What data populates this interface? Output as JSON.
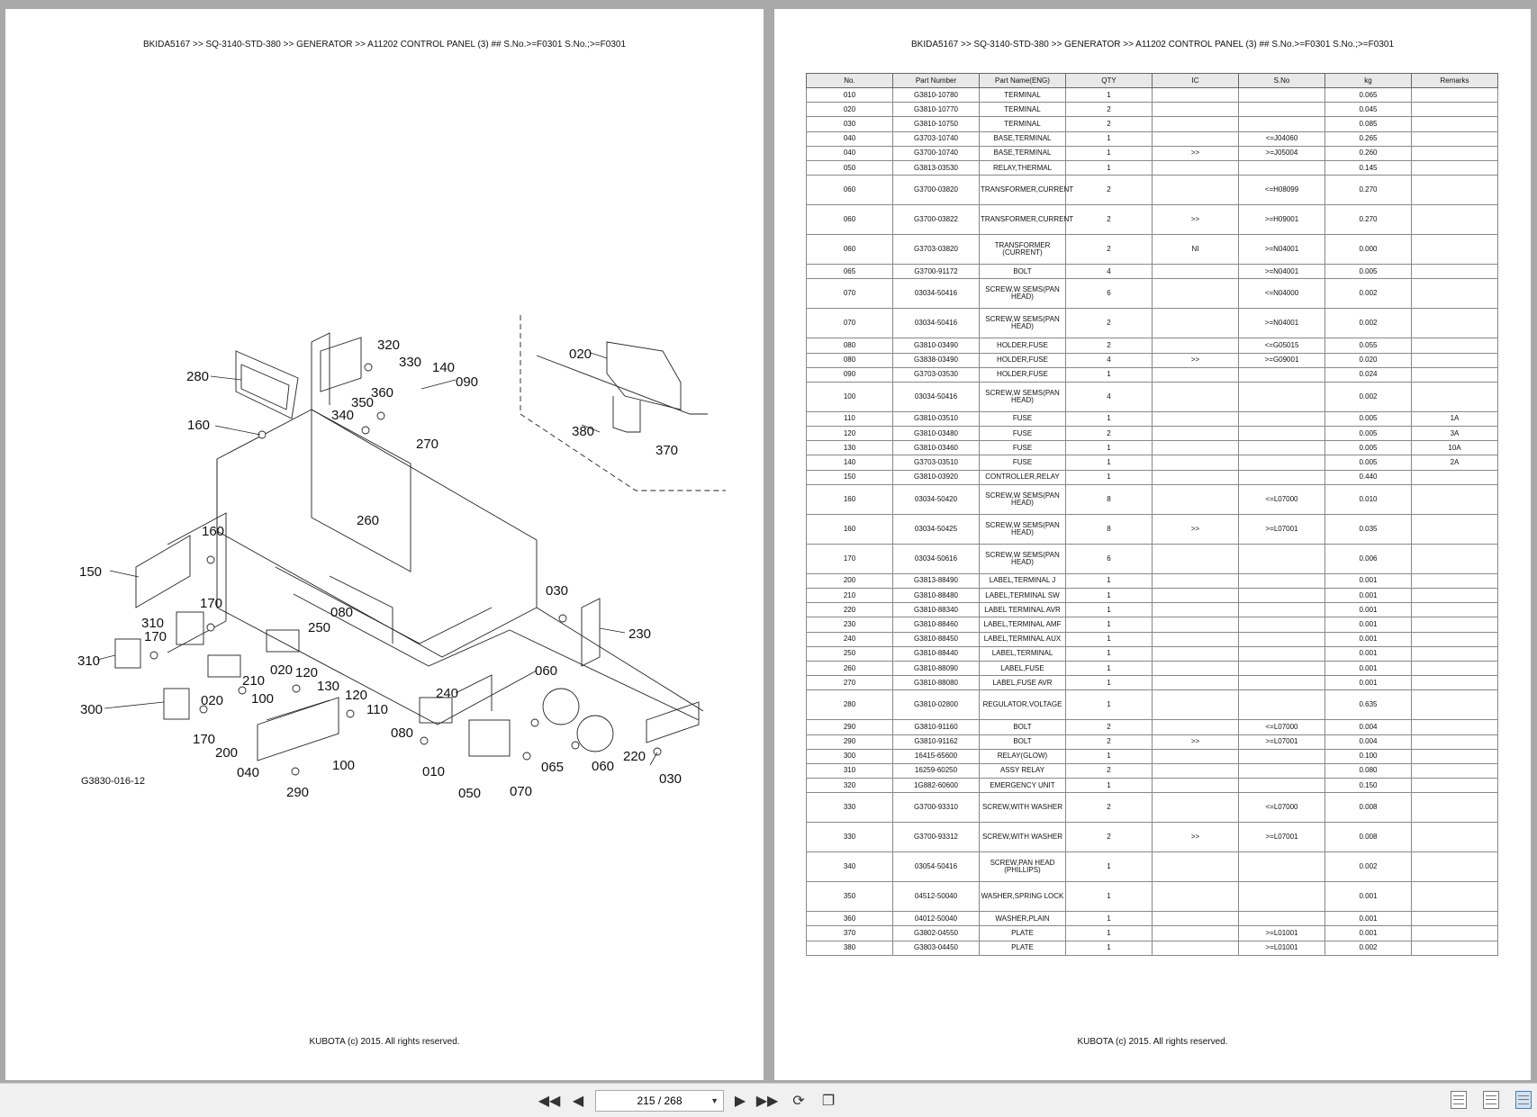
{
  "header_text": "BKIDA5167 >> SQ-3140-STD-380 >> GENERATOR >> A11202   CONTROL PANEL (3) ## S.No.>=F0301 S.No.;>=F0301",
  "footer_text": "KUBOTA (c) 2015. All rights reserved.",
  "figure_id": "G3830-016-12",
  "callouts": [
    "320",
    "330",
    "140",
    "090",
    "280",
    "360",
    "350",
    "340",
    "160",
    "270",
    "020",
    "380",
    "370",
    "260",
    "160",
    "150",
    "030",
    "230",
    "170",
    "310",
    "170",
    "080",
    "250",
    "020",
    "120",
    "130",
    "060",
    "310",
    "210",
    "120",
    "240",
    "300",
    "020",
    "100",
    "110",
    "080",
    "170",
    "200",
    "040",
    "100",
    "065",
    "060",
    "220",
    "290",
    "010",
    "050",
    "070",
    "030"
  ],
  "table": {
    "columns": [
      "No.",
      "Part Number",
      "Part Name(ENG)",
      "QTY",
      "IC",
      "S.No",
      "kg",
      "Remarks"
    ],
    "rows": [
      [
        "010",
        "G3810-10780",
        "TERMINAL",
        "1",
        "",
        "",
        "0.065",
        ""
      ],
      [
        "020",
        "G3810-10770",
        "TERMINAL",
        "2",
        "",
        "",
        "0.045",
        ""
      ],
      [
        "030",
        "G3810-10750",
        "TERMINAL",
        "2",
        "",
        "",
        "0.085",
        ""
      ],
      [
        "040",
        "G3703-10740",
        "BASE,TERMINAL",
        "1",
        "",
        "<=J04060",
        "0.265",
        ""
      ],
      [
        "040",
        "G3700-10740",
        "BASE,TERMINAL",
        "1",
        ">>",
        ">=J05004",
        "0.260",
        ""
      ],
      [
        "050",
        "G3813-03530",
        "RELAY,THERMAL",
        "1",
        "",
        "",
        "0.145",
        ""
      ],
      [
        "060",
        "G3700-03820",
        "TRANSFORMER,CURRENT",
        "2",
        "",
        "<=H08099",
        "0.270",
        ""
      ],
      [
        "060",
        "G3700-03822",
        "TRANSFORMER,CURRENT",
        "2",
        ">>",
        ">=H09001",
        "0.270",
        ""
      ],
      [
        "060",
        "G3703-03820",
        "TRANSFORMER (CURRENT)",
        "2",
        "NI",
        ">=N04001",
        "0.000",
        ""
      ],
      [
        "065",
        "G3700-91172",
        "BOLT",
        "4",
        "",
        ">=N04001",
        "0.005",
        ""
      ],
      [
        "070",
        "03034-50416",
        "SCREW,W SEMS(PAN HEAD)",
        "6",
        "",
        "<=N04000",
        "0.002",
        ""
      ],
      [
        "070",
        "03034-50416",
        "SCREW,W SEMS(PAN HEAD)",
        "2",
        "",
        ">=N04001",
        "0.002",
        ""
      ],
      [
        "080",
        "G3810-03490",
        "HOLDER,FUSE",
        "2",
        "",
        "<=G05015",
        "0.055",
        ""
      ],
      [
        "080",
        "G3838-03490",
        "HOLDER,FUSE",
        "4",
        ">>",
        ">=G09001",
        "0.020",
        ""
      ],
      [
        "090",
        "G3703-03530",
        "HOLDER,FUSE",
        "1",
        "",
        "",
        "0.024",
        ""
      ],
      [
        "100",
        "03034-50416",
        "SCREW,W SEMS(PAN HEAD)",
        "4",
        "",
        "",
        "0.002",
        ""
      ],
      [
        "110",
        "G3810-03510",
        "FUSE",
        "1",
        "",
        "",
        "0.005",
        "1A"
      ],
      [
        "120",
        "G3810-03480",
        "FUSE",
        "2",
        "",
        "",
        "0.005",
        "3A"
      ],
      [
        "130",
        "G3810-03460",
        "FUSE",
        "1",
        "",
        "",
        "0.005",
        "10A"
      ],
      [
        "140",
        "G3703-03510",
        "FUSE",
        "1",
        "",
        "",
        "0.005",
        "2A"
      ],
      [
        "150",
        "G3810-03920",
        "CONTROLLER,RELAY",
        "1",
        "",
        "",
        "0.440",
        ""
      ],
      [
        "160",
        "03034-50420",
        "SCREW,W SEMS(PAN HEAD)",
        "8",
        "",
        "<=L07000",
        "0.010",
        ""
      ],
      [
        "160",
        "03034-50425",
        "SCREW,W SEMS(PAN HEAD)",
        "8",
        ">>",
        ">=L07001",
        "0.035",
        ""
      ],
      [
        "170",
        "03034-50616",
        "SCREW,W SEMS(PAN HEAD)",
        "6",
        "",
        "",
        "0.006",
        ""
      ],
      [
        "200",
        "G3813-88490",
        "LABEL,TERMINAL J",
        "1",
        "",
        "",
        "0.001",
        ""
      ],
      [
        "210",
        "G3810-88480",
        "LABEL,TERMINAL SW",
        "1",
        "",
        "",
        "0.001",
        ""
      ],
      [
        "220",
        "G3810-88340",
        "LABEL TERMINAL AVR",
        "1",
        "",
        "",
        "0.001",
        ""
      ],
      [
        "230",
        "G3810-88460",
        "LABEL,TERMINAL AMF",
        "1",
        "",
        "",
        "0.001",
        ""
      ],
      [
        "240",
        "G3810-88450",
        "LABEL,TERMINAL AUX",
        "1",
        "",
        "",
        "0.001",
        ""
      ],
      [
        "250",
        "G3810-88440",
        "LABEL,TERMINAL",
        "1",
        "",
        "",
        "0.001",
        ""
      ],
      [
        "260",
        "G3810-88090",
        "LABEL,FUSE",
        "1",
        "",
        "",
        "0.001",
        ""
      ],
      [
        "270",
        "G3810-88080",
        "LABEL,FUSE AVR",
        "1",
        "",
        "",
        "0.001",
        ""
      ],
      [
        "280",
        "G3810-02800",
        "REGULATOR,VOLTAGE",
        "1",
        "",
        "",
        "0.635",
        ""
      ],
      [
        "290",
        "G3810-91160",
        "BOLT",
        "2",
        "",
        "<=L07000",
        "0.004",
        ""
      ],
      [
        "290",
        "G3810-91162",
        "BOLT",
        "2",
        ">>",
        ">=L07001",
        "0.004",
        ""
      ],
      [
        "300",
        "16415-65600",
        "RELAY(GLOW)",
        "1",
        "",
        "",
        "0.100",
        ""
      ],
      [
        "310",
        "16259-60250",
        "ASSY RELAY",
        "2",
        "",
        "",
        "0.080",
        ""
      ],
      [
        "320",
        "1G882-60600",
        "EMERGENCY UNIT",
        "1",
        "",
        "",
        "0.150",
        ""
      ],
      [
        "330",
        "G3700-93310",
        "SCREW,WITH WASHER",
        "2",
        "",
        "<=L07000",
        "0.008",
        ""
      ],
      [
        "330",
        "G3700-93312",
        "SCREW,WITH WASHER",
        "2",
        ">>",
        ">=L07001",
        "0.008",
        ""
      ],
      [
        "340",
        "03054-50416",
        "SCREW,PAN HEAD (PHILLIPS)",
        "1",
        "",
        "",
        "0.002",
        ""
      ],
      [
        "350",
        "04512-50040",
        "WASHER,SPRING LOCK",
        "1",
        "",
        "",
        "0.001",
        ""
      ],
      [
        "360",
        "04012-50040",
        "WASHER,PLAIN",
        "1",
        "",
        "",
        "0.001",
        ""
      ],
      [
        "370",
        "G3802-04550",
        "PLATE",
        "1",
        "",
        ">=L01001",
        "0.001",
        ""
      ],
      [
        "380",
        "G3803-04450",
        "PLATE",
        "1",
        "",
        ">=L01001",
        "0.002",
        ""
      ]
    ],
    "tall_rows": [
      6,
      7,
      8,
      10,
      11,
      15,
      21,
      22,
      23,
      32,
      38,
      39,
      40,
      41
    ]
  },
  "toolbar": {
    "page_indicator": "215 / 268",
    "buttons": [
      "first-page-icon",
      "prev-page-icon",
      "next-page-icon",
      "last-page-icon",
      "rotate-page-icon",
      "compare-icon"
    ],
    "view_modes": [
      "single-page-icon",
      "continuous-icon",
      "two-page-icon"
    ],
    "active_view": "two-page-icon"
  }
}
